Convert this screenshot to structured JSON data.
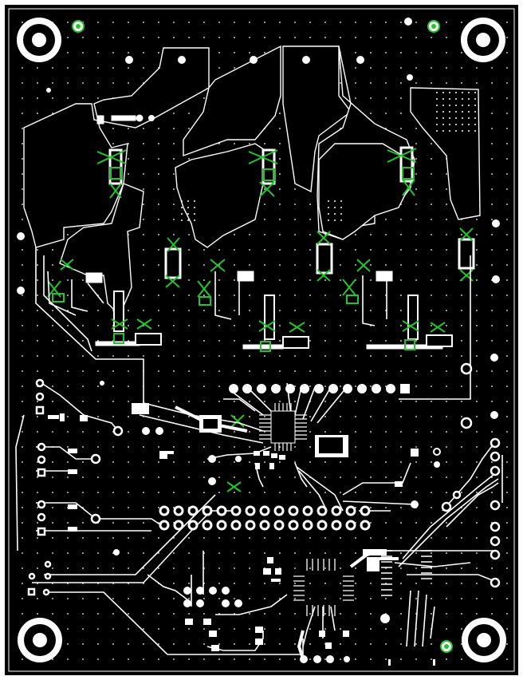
{
  "view": {
    "type": "pcb-copper-layer",
    "background_color": "#000000",
    "copper_color": "#ffffff",
    "marker_color": "#22c52b"
  },
  "board": {
    "mounting_holes": [
      "top-left",
      "top-right",
      "bottom-left",
      "bottom-right"
    ],
    "fiducials": [
      "fiducial-top-left",
      "fiducial-top-right",
      "fiducial-bottom-right"
    ],
    "pad_rows": [
      "header-pad-row-upper",
      "header-pad-row-lower",
      "fpc-pad-row"
    ],
    "components": [
      "mcu-qfp",
      "qfp-right",
      "soic-left",
      "soic-right",
      "mid-ic"
    ]
  }
}
